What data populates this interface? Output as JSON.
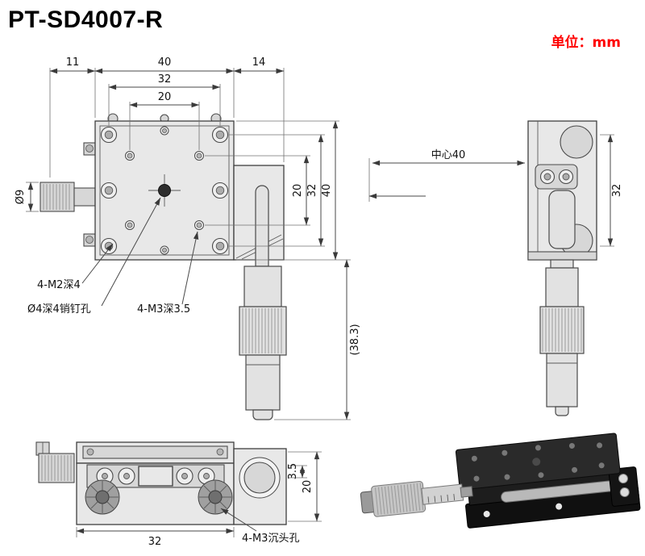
{
  "title": "PT-SD4007-R",
  "unit_label": "单位：mm",
  "colors": {
    "accent_red": "#ff0000",
    "line": "#3f3f3f",
    "fill_light": "#e8e8e8"
  },
  "front_view": {
    "dim_11": "11",
    "dim_40_top": "40",
    "dim_14": "14",
    "dim_32_top": "32",
    "dim_20_top": "20",
    "dim_dia9": "Ø9",
    "dim_20_right": "20",
    "dim_32_right": "32",
    "dim_40_right": "40",
    "dim_38_3": "(38.3)",
    "label_m2": "4-M2深4",
    "label_pin": "Ø4深4销钉孔",
    "label_m3": "4-M3深3.5"
  },
  "side_view": {
    "dim_center_40": "中心40",
    "dim_32": "32"
  },
  "bottom_view": {
    "dim_32": "32",
    "dim_3_5": "3.5",
    "dim_20": "20",
    "label_m3_csk": "4-M3沉头孔"
  }
}
